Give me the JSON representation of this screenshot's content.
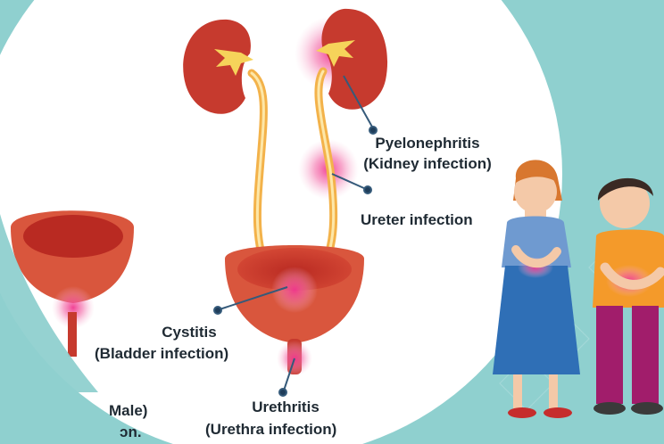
{
  "colors": {
    "background": "#8fd0cf",
    "circle": "#ffffff",
    "organ": "#c63a2e",
    "organ_light": "#e76a4c",
    "ureter": "#f3b24a",
    "infection_glow": "#f36aa8",
    "label_text": "#1f2a33",
    "leader_line": "#355a7a"
  },
  "labels": {
    "pyelonephritis": "Pyelonephritis",
    "kidney_infection": "(Kidney infection)",
    "ureter_infection": "Ureter infection",
    "cystitis": "Cystitis",
    "bladder_infection": "(Bladder infection)",
    "urethritis": "Urethritis",
    "urethra_infection": "(Urethra infection)",
    "male_fragment": "Male)",
    "cut_fragment": "ɔn."
  },
  "icons": [
    "kidney-icon",
    "bladder-icon",
    "male-bladder-icon",
    "girl-stomach-ache-icon",
    "boy-stomach-ache-icon"
  ]
}
